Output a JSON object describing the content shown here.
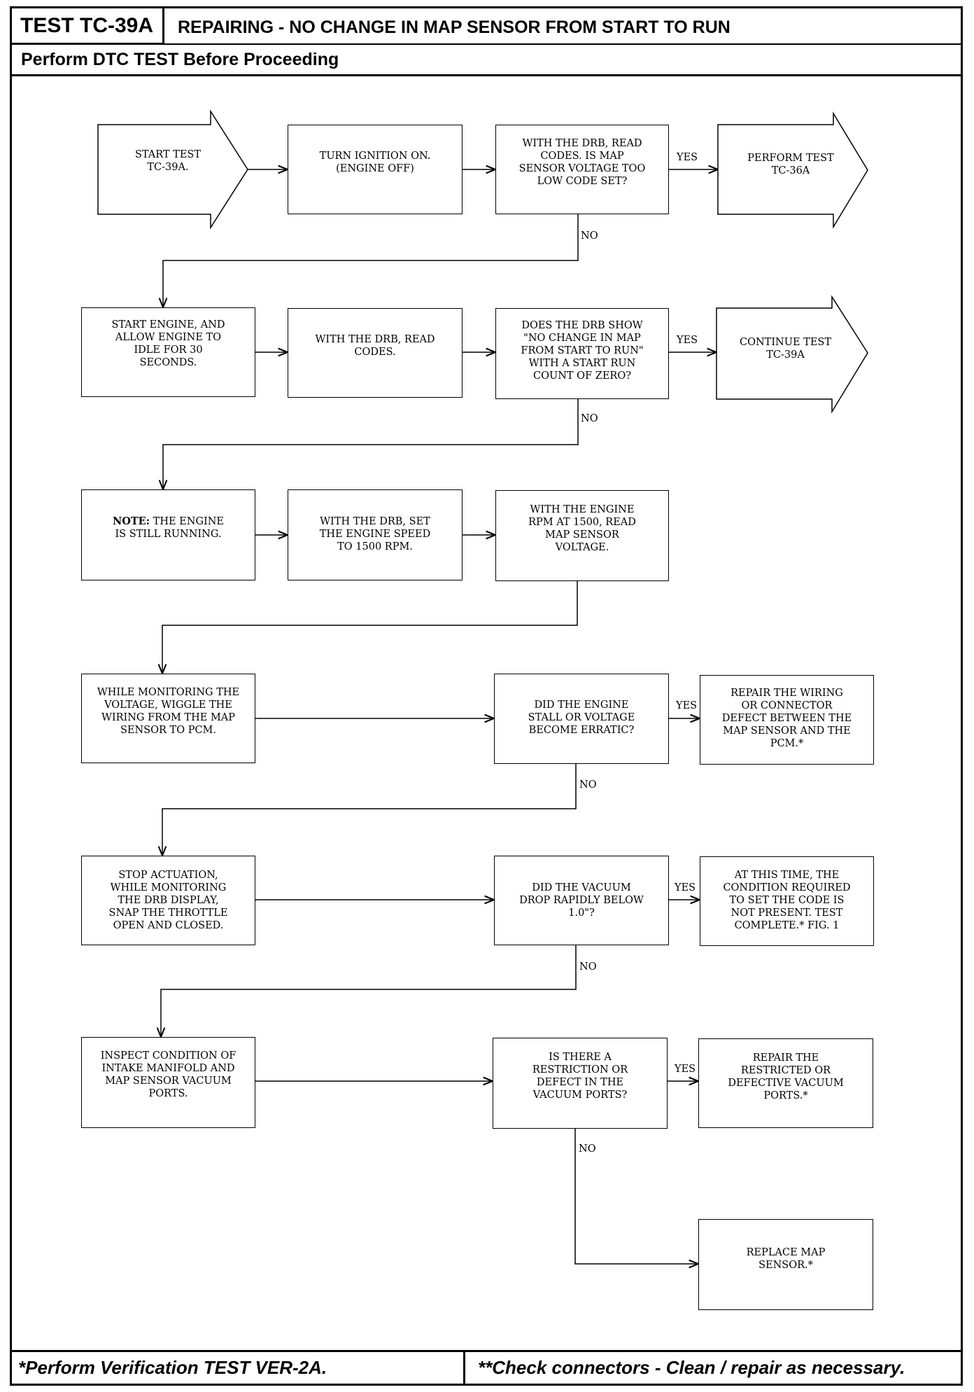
{
  "header": {
    "test_id": "TEST TC-39A",
    "title": "REPAIRING - NO CHANGE IN MAP SENSOR FROM START TO RUN",
    "subtitle": "Perform DTC TEST Before Proceeding"
  },
  "steps": {
    "start": "START TEST\nTC-39A.",
    "ignition": "TURN IGNITION ON.\n(ENGINE OFF)",
    "q_low_code": "WITH THE DRB, READ\nCODES. IS MAP\nSENSOR VOLTAGE TOO\nLOW CODE SET?",
    "perform_tc36a": "PERFORM TEST\nTC-36A",
    "start_engine": "START ENGINE, AND\nALLOW ENGINE TO\nIDLE FOR 30\nSECONDS.",
    "read_codes": "WITH THE DRB, READ\nCODES.",
    "q_no_change": "DOES THE DRB SHOW\n\"NO CHANGE IN MAP\nFROM START TO RUN\"\nWITH A START RUN\nCOUNT OF ZERO?",
    "continue_tc39a": "CONTINUE TEST\nTC-39A",
    "note_bold": "NOTE:",
    "note_rest": " THE ENGINE\nIS STILL RUNNING.",
    "set_speed": "WITH THE DRB, SET\nTHE ENGINE SPEED\nTO 1500 RPM.",
    "read_voltage": "WITH THE ENGINE\nRPM AT 1500, READ\nMAP SENSOR\nVOLTAGE.",
    "wiggle": "WHILE MONITORING THE\nVOLTAGE, WIGGLE THE\nWIRING FROM THE MAP\nSENSOR TO PCM.",
    "q_stall": "DID THE ENGINE\nSTALL OR VOLTAGE\nBECOME ERRATIC?",
    "repair_wiring": "REPAIR THE WIRING\nOR CONNECTOR\nDEFECT BETWEEN THE\nMAP SENSOR AND THE\nPCM.*",
    "snap_throttle": "STOP ACTUATION,\nWHILE MONITORING\nTHE DRB DISPLAY,\nSNAP THE THROTTLE\nOPEN AND CLOSED.",
    "q_vacuum": "DID THE VACUUM\nDROP RAPIDLY BELOW\n1.0\"?",
    "not_present": "AT THIS TIME, THE\nCONDITION REQUIRED\nTO SET THE CODE IS\nNOT PRESENT. TEST\nCOMPLETE.*    FIG. 1",
    "inspect": "INSPECT CONDITION OF\nINTAKE MANIFOLD AND\nMAP SENSOR VACUUM\nPORTS.",
    "q_restriction": "IS THERE A\nRESTRICTION OR\nDEFECT IN THE\nVACUUM PORTS?",
    "repair_ports": "REPAIR THE\nRESTRICTED OR\nDEFECTIVE VACUUM\nPORTS.*",
    "replace_sensor": "REPLACE MAP\nSENSOR.*"
  },
  "labels": {
    "yes": "YES",
    "no": "NO"
  },
  "footer": {
    "left": "*Perform Verification TEST VER-2A.",
    "right": "**Check connectors - Clean / repair as necessary."
  }
}
